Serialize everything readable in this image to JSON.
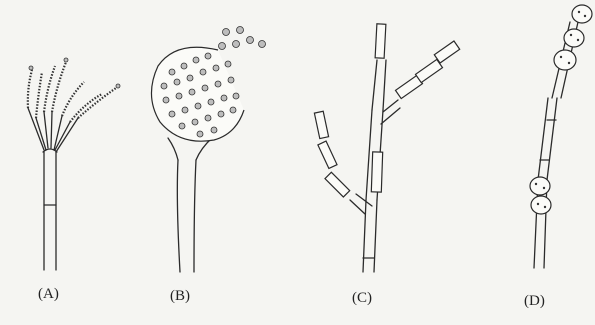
{
  "figure": {
    "labels": {
      "a": "(A)",
      "b": "(B)",
      "c": "(C)",
      "d": "(D)"
    }
  }
}
